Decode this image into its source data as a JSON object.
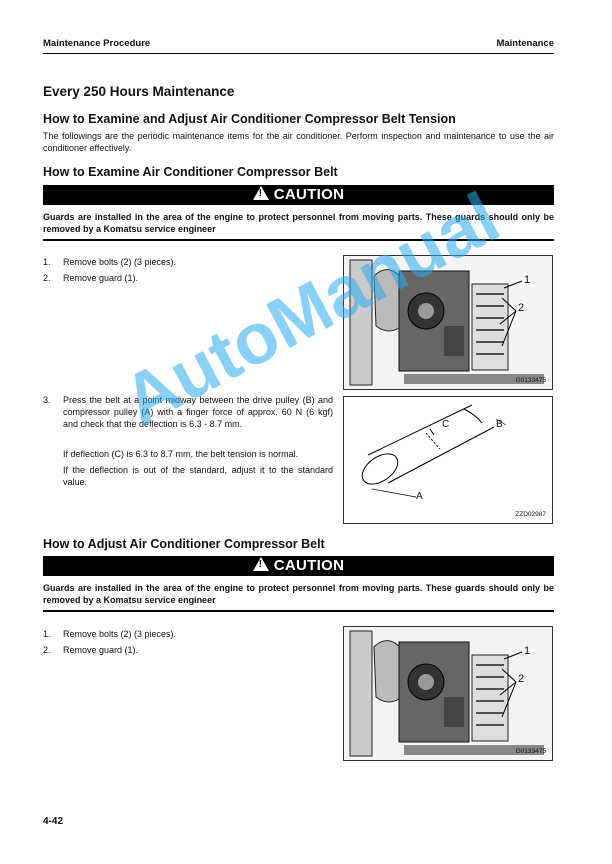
{
  "header": {
    "left": "Maintenance Procedure",
    "right": "Maintenance"
  },
  "title": "Every 250 Hours Maintenance",
  "section": {
    "heading": "How to Examine and Adjust Air Conditioner Compressor Belt Tension",
    "intro": "The followings are the periodic maintenance items for the air conditioner. Perform inspection and maintenance to use the air conditioner effectively."
  },
  "examine": {
    "heading": "How to Examine Air Conditioner Compressor Belt",
    "caution_label": "CAUTION",
    "caution_text": "Guards are installed in the area of the engine to protect personnel from moving parts. These guards should only be removed by a Komatsu service engineer",
    "steps": [
      {
        "num": "1.",
        "text": "Remove bolts (2) (3 pieces)."
      },
      {
        "num": "2.",
        "text": "Remove guard (1)."
      },
      {
        "num": "3.",
        "text": "Press the belt at a point midway between the drive pulley (B) and compressor pulley (A) with a finger force of approx. 60 N (6 kgf) and check that the deflection is 6.3 - 8.7 mm."
      }
    ],
    "sub_notes": [
      "If deflection (C) is 6.3 to 8.7 mm, the belt tension is normal.",
      "If the deflection is out of the standard, adjust it to the standard value."
    ],
    "figure1": {
      "code": "G0133475",
      "label1": "1",
      "label2": "2"
    },
    "figure2": {
      "code": "ZZD02987",
      "label_a": "A",
      "label_b": "B",
      "label_c": "C"
    }
  },
  "adjust": {
    "heading": "How to Adjust Air Conditioner Compressor Belt",
    "caution_label": "CAUTION",
    "caution_text": "Guards are installed in the area of the engine to protect personnel from moving parts. These guards should only be removed by a Komatsu service engineer",
    "steps": [
      {
        "num": "1.",
        "text": "Remove bolts (2) (3 pieces)."
      },
      {
        "num": "2.",
        "text": "Remove guard (1)."
      }
    ],
    "figure": {
      "code": "G0133475",
      "label1": "1",
      "label2": "2"
    }
  },
  "watermark": "AutoManual",
  "page_number": "4-42"
}
